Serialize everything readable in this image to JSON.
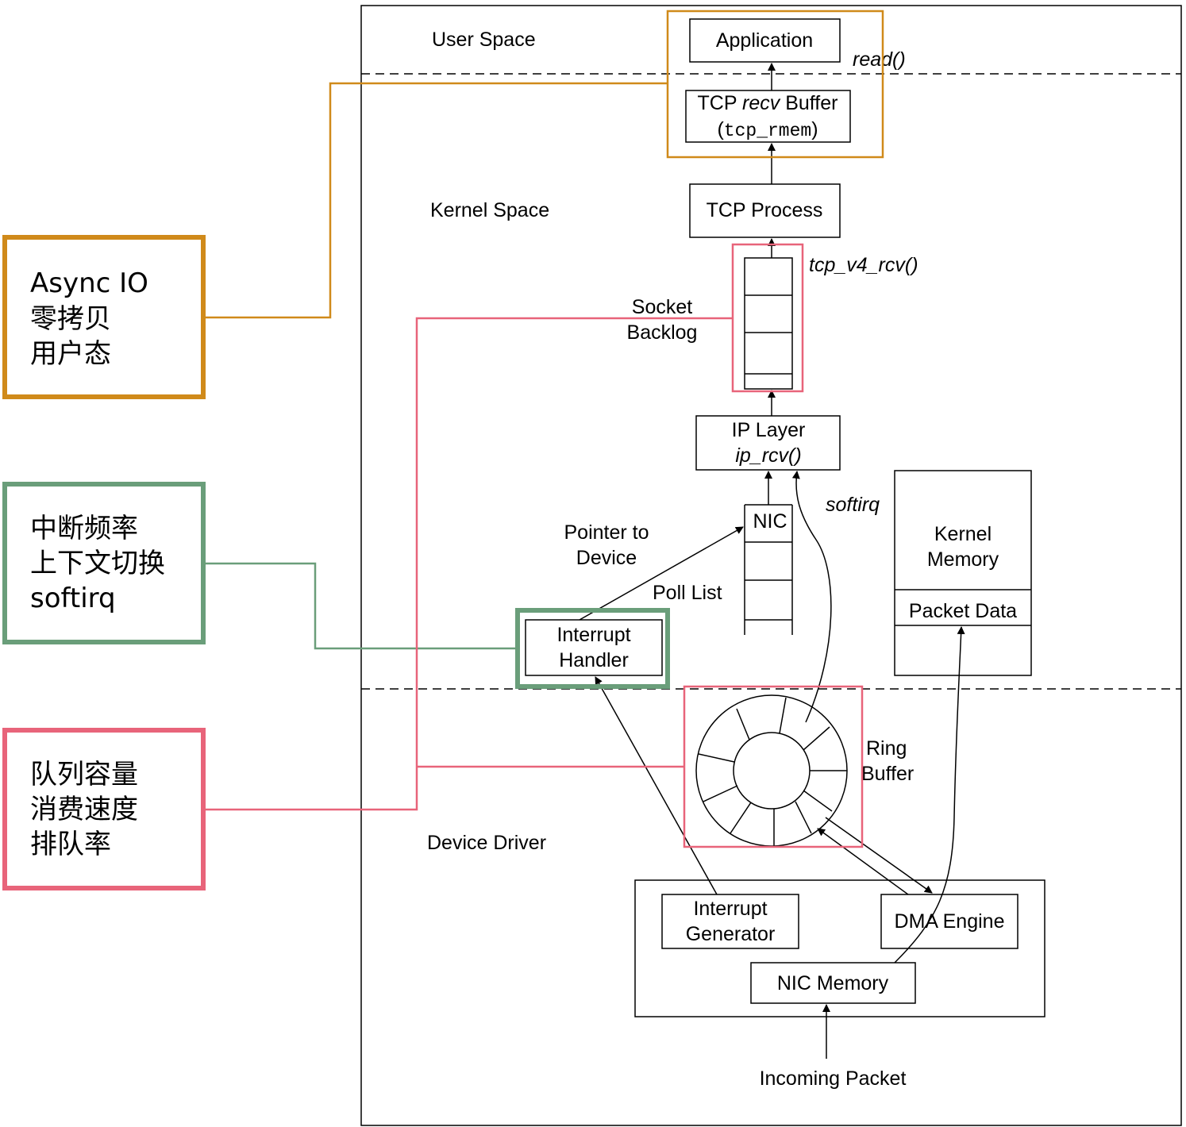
{
  "colors": {
    "orange": "#D08A1A",
    "green": "#6A9E7A",
    "pink": "#E8647A",
    "line": "#000000"
  },
  "regions": {
    "user_space": "User Space",
    "kernel_space": "Kernel Space",
    "device_driver": "Device Driver"
  },
  "boxes": {
    "application": "Application",
    "tcp_recv_pre": "TCP ",
    "tcp_recv_italic": "recv",
    "tcp_recv_post": " Buffer",
    "tcp_rmem_open": "(",
    "tcp_rmem_code": "tcp_rmem",
    "tcp_rmem_close": ")",
    "tcp_process": "TCP Process",
    "ip_layer": "IP Layer",
    "ip_rcv": "ip_rcv()",
    "nic": "NIC",
    "kernel_memory_line1": "Kernel",
    "kernel_memory_line2": "Memory",
    "packet_data": "Packet Data",
    "interrupt_handler_line1": "Interrupt",
    "interrupt_handler_line2": "Handler",
    "interrupt_generator_line1": "Interrupt",
    "interrupt_generator_line2": "Generator",
    "dma_engine": "DMA Engine",
    "nic_memory": "NIC Memory"
  },
  "labels": {
    "read": "read()",
    "tcp_v4_rcv": "tcp_v4_rcv()",
    "socket_backlog_line1": "Socket",
    "socket_backlog_line2": "Backlog",
    "softirq": "softirq",
    "pointer_to_device_line1": "Pointer to",
    "pointer_to_device_line2": "Device",
    "poll_list": "Poll List",
    "ring_buffer_line1": "Ring",
    "ring_buffer_line2": "Buffer",
    "incoming_packet": "Incoming Packet"
  },
  "notes": {
    "async_io": [
      "Async IO",
      "零拷贝",
      "用户态"
    ],
    "interrupt": [
      "中断频率",
      "上下文切换",
      "softirq"
    ],
    "queue": [
      "队列容量",
      "消费速度",
      "排队率"
    ]
  }
}
